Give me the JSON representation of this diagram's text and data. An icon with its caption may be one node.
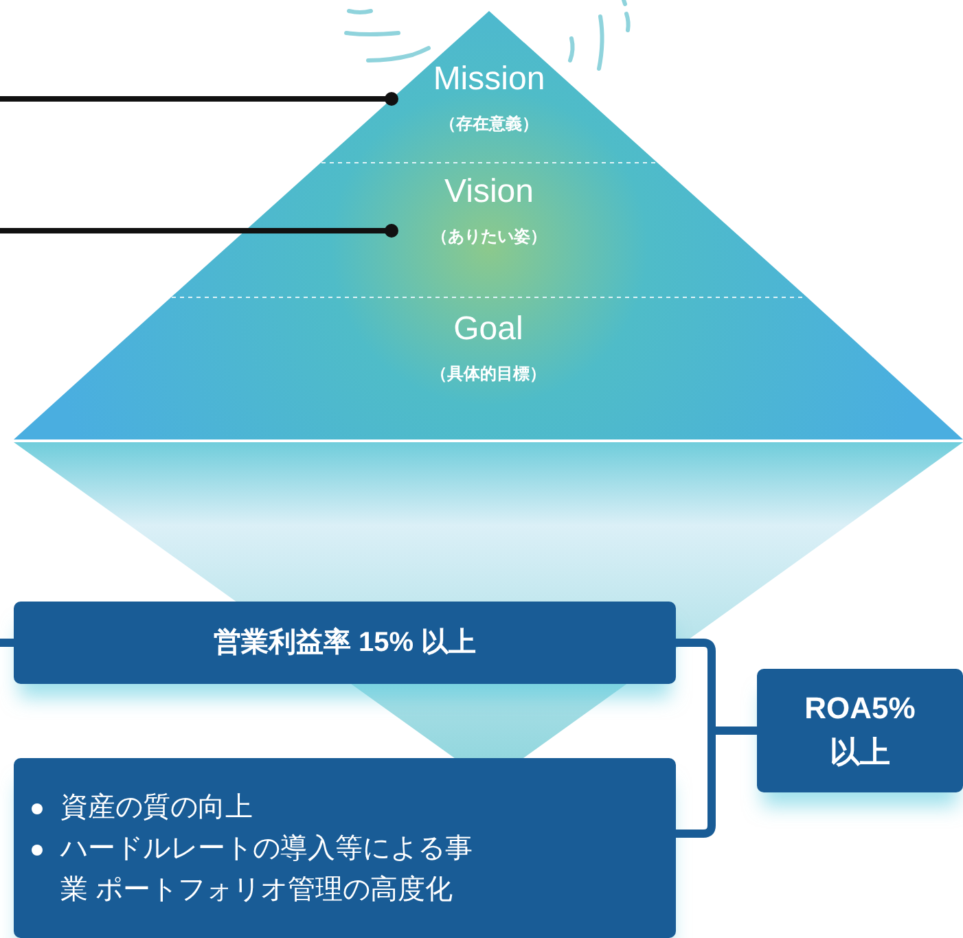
{
  "diagram": {
    "nodes": [
      {
        "text": [
          "Mission",
          "（存在意義）"
        ]
      },
      {
        "text": [
          "Vision",
          "（ありたい姿）"
        ]
      },
      {
        "text": [
          "Goal",
          "（具体的目標）"
        ]
      },
      {
        "text": [
          "営業利益率 15% 以上"
        ]
      },
      {
        "text": [
          "資産の質の向上",
          "ハードルレートの導入等による事業 ポートフォリオ管理の高度化"
        ]
      },
      {
        "text": [
          "ROA5% 以上"
        ]
      }
    ],
    "edges": [
      {
        "from": null,
        "to": 0,
        "arrow": "other",
        "color": "#111111"
      },
      {
        "from": null,
        "to": 1,
        "arrow": "other",
        "color": "#111111"
      },
      {
        "from": null,
        "to": 3,
        "arrow": "none"
      },
      {
        "from": 3,
        "to": 5,
        "arrow": "none"
      },
      {
        "from": 4,
        "to": 5,
        "arrow": "none"
      }
    ]
  }
}
